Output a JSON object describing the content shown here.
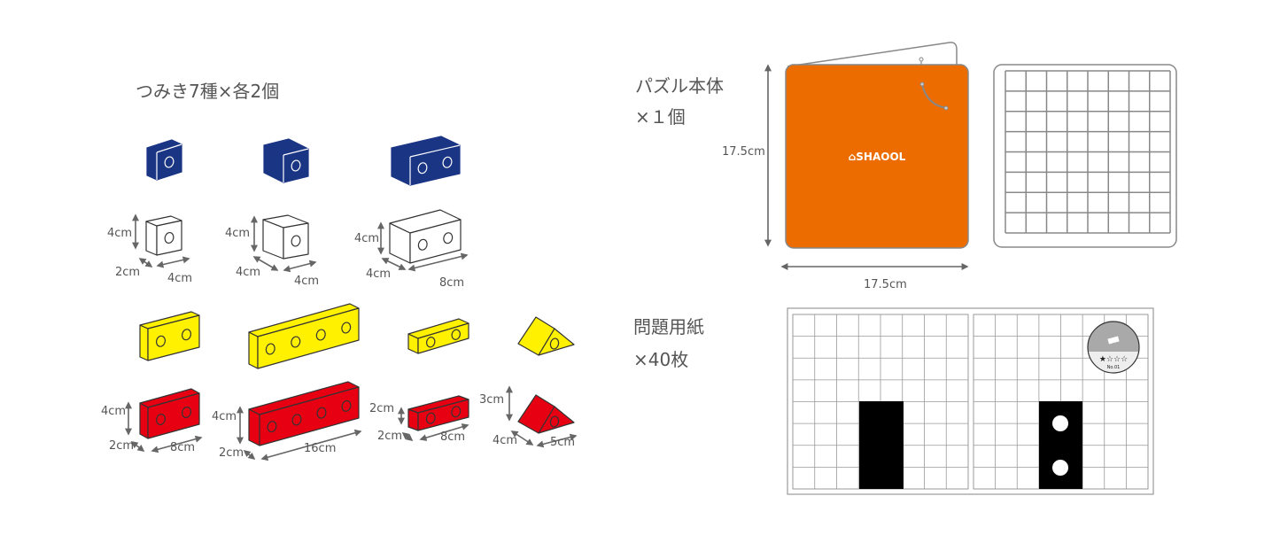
{
  "blocks_section": {
    "title": "つみき7種×各2個",
    "dims": {
      "b1": [
        "4cm",
        "2cm",
        "4cm"
      ],
      "b2": [
        "4cm",
        "4cm",
        "4cm"
      ],
      "b3": [
        "4cm",
        "4cm",
        "8cm"
      ],
      "r1": [
        "4cm",
        "2cm",
        "8cm"
      ],
      "r2": [
        "4cm",
        "2cm",
        "16cm"
      ],
      "r3": [
        "2cm",
        "2cm",
        "8cm"
      ],
      "t1": [
        "3cm",
        "4cm",
        "5cm"
      ]
    }
  },
  "puzzle_section": {
    "title_line1": "パズル本体",
    "title_line2": "×１個",
    "height_label": "17.5cm",
    "width_label": "17.5cm",
    "logo": "⌂SHAOOL",
    "board_grid": {
      "rows": 8,
      "cols": 8
    }
  },
  "sheet_section": {
    "title_line1": "問題用紙",
    "title_line2": "×40枚",
    "badge_stars": "★☆☆☆",
    "badge_number": "No.01"
  },
  "colors": {
    "blue": "#1b3585",
    "yellow": "#fff100",
    "red": "#e60012",
    "orange": "#ec6c00",
    "text": "#555555",
    "line": "#888888"
  }
}
